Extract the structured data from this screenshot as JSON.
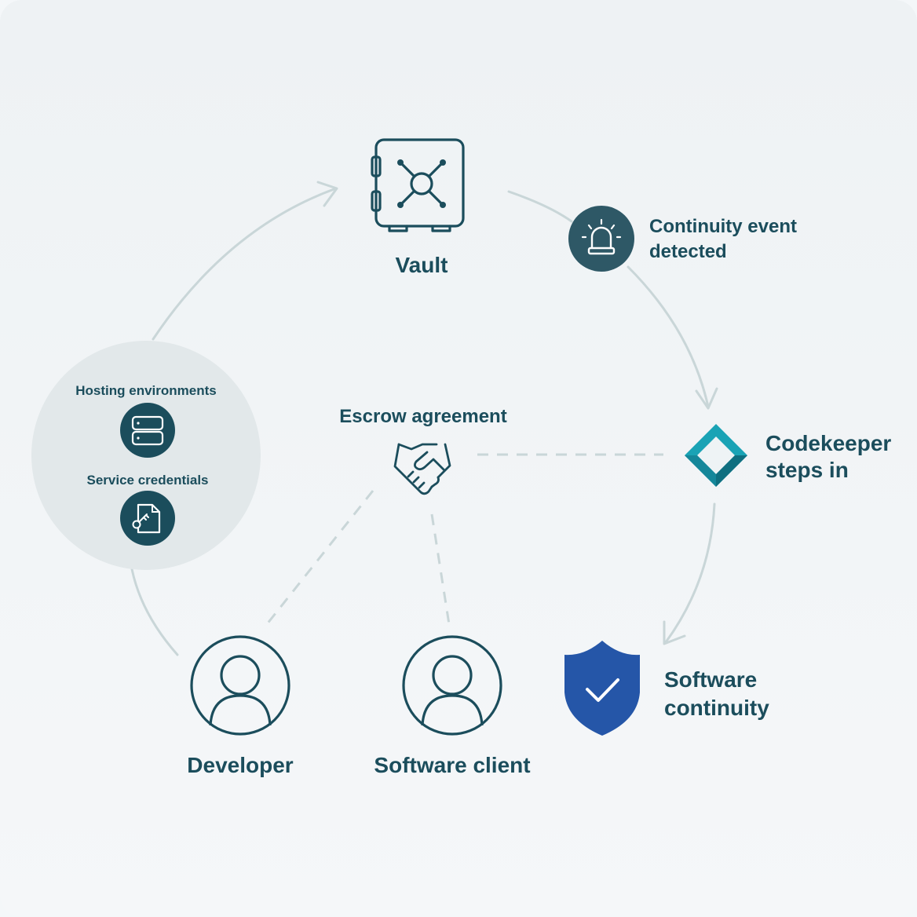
{
  "vault": {
    "label": "Vault"
  },
  "event": {
    "line1": "Continuity event",
    "line2": "detected"
  },
  "codekeeper": {
    "line1": "Codekeeper",
    "line2": "steps in"
  },
  "continuity": {
    "line1": "Software",
    "line2": "continuity"
  },
  "escrow": {
    "label": "Escrow agreement"
  },
  "developer": {
    "label": "Developer"
  },
  "client": {
    "label": "Software client"
  },
  "assets": {
    "hosting": "Hosting environments",
    "credentials": "Service credentials"
  },
  "icons": {
    "vault": "safe-icon",
    "event": "siren-icon",
    "codekeeper": "codekeeper-logo-icon",
    "continuity": "shield-check-icon",
    "escrow": "handshake-icon",
    "developer": "user-icon",
    "client": "user-icon",
    "hosting": "server-icon",
    "credentials": "key-document-icon"
  },
  "colors": {
    "primary": "#1b4d5c",
    "badge": "#2e5866",
    "shield": "#2556a8",
    "teal": "#1aa3b5",
    "flow": "#c9d6d8",
    "background": "#f4f7f9"
  }
}
